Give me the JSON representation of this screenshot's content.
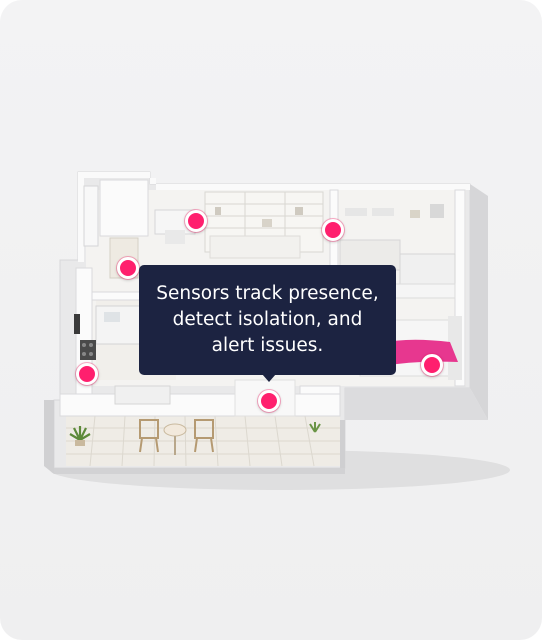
{
  "callout": {
    "lines": [
      "Sensors track presence,",
      "detect isolation, and",
      "alert issues."
    ]
  },
  "colors": {
    "sensor": "#ff1f6e",
    "callout_bg": "#1c2341",
    "callout_text": "#ffffff",
    "card_bg": "#f2f2f3"
  },
  "icons": {
    "sensor": "sensor-dot-icon"
  }
}
